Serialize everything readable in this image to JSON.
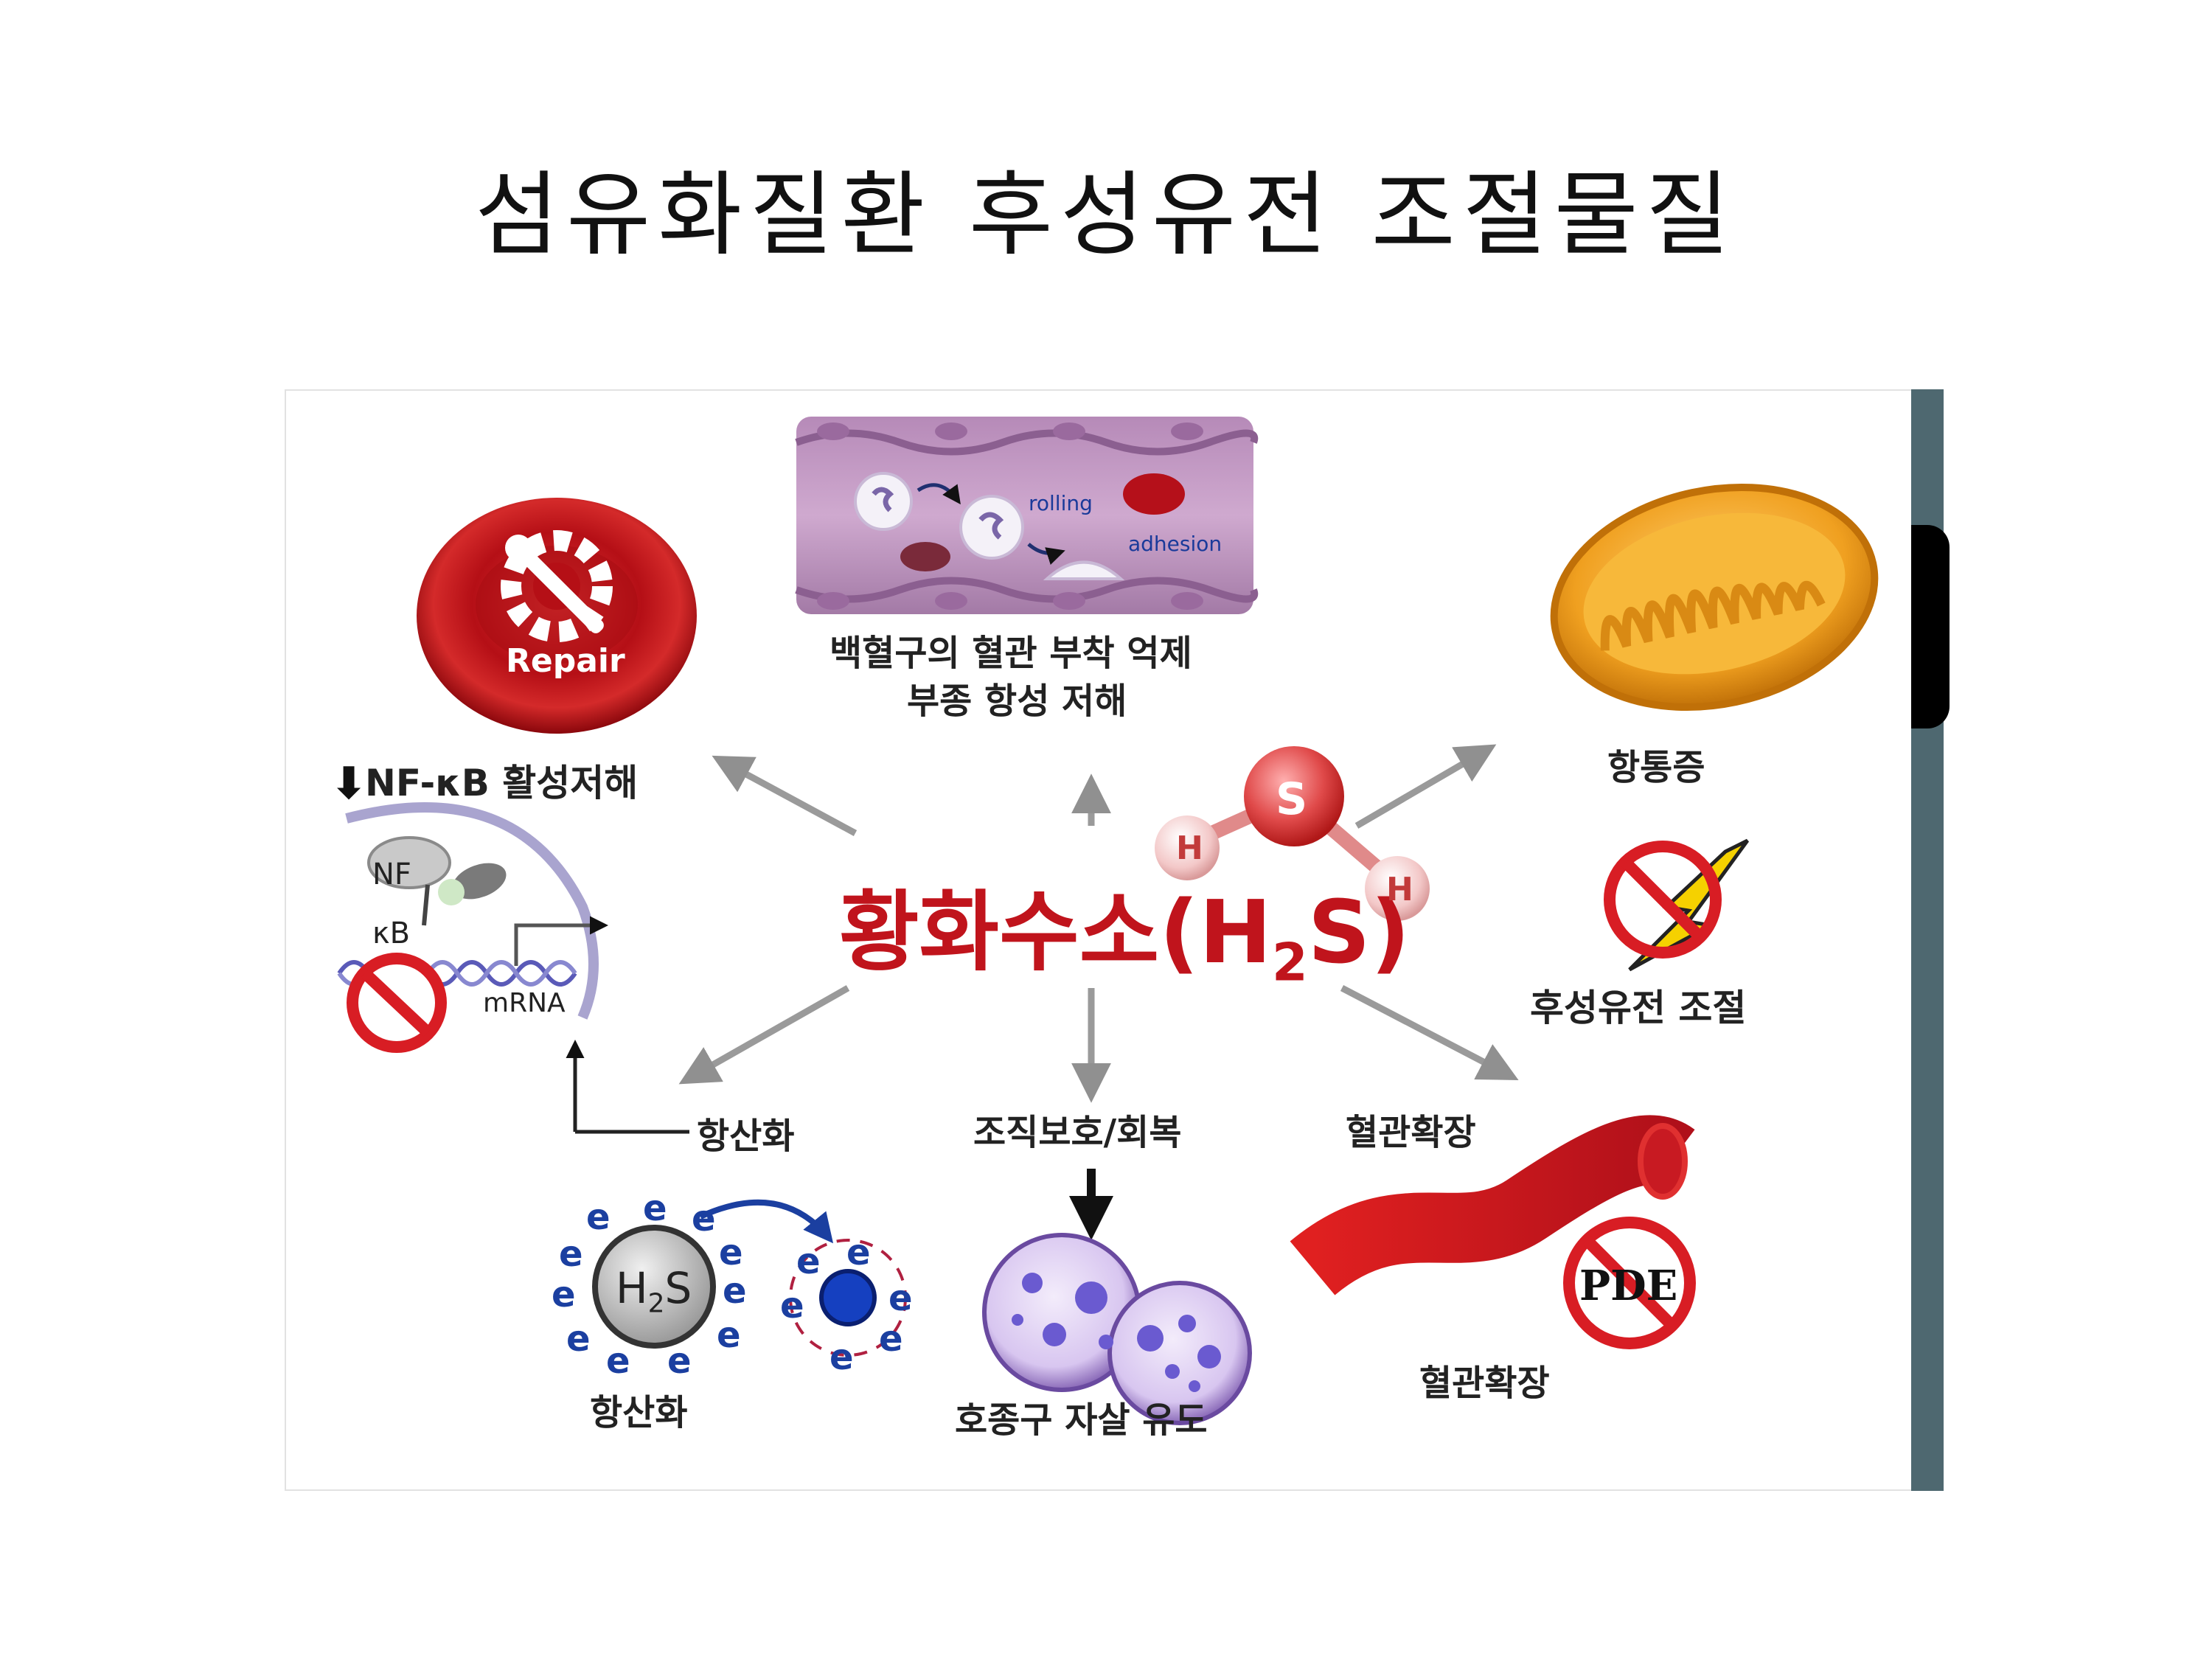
{
  "title": "섬유화질환 후성유전 조절물질",
  "center": {
    "main": "황화수소(H",
    "sub": "2",
    "tail": "S)"
  },
  "molecule": {
    "center_atom": "S",
    "left_atom": "H",
    "right_atom": "H"
  },
  "top_left": {
    "icon_text": "Repair"
  },
  "top_center": {
    "rolling": "rolling",
    "adhesion": "adhesion",
    "caption_line1": "백혈구의 혈관 부착 억제",
    "caption_line2": "부종 항성 저해"
  },
  "top_right": {
    "caption": "항통증"
  },
  "left_mid": {
    "heading": "NF-κB 활성저해",
    "nf_label": "NF",
    "kb_label": "κB",
    "mrna_label": "mRNA"
  },
  "right_mid": {
    "caption": "후성유전 조절"
  },
  "bottom_left": {
    "heading": "항산화",
    "molecule_text": "H",
    "molecule_sub": "2",
    "molecule_tail": "S",
    "electron": "e",
    "caption": "항산화"
  },
  "bottom_center": {
    "heading": "조직보호/회복",
    "caption": "호종구 자살 유도"
  },
  "bottom_right": {
    "heading": "혈관확장",
    "pde_label": "PDE",
    "caption": "혈관확장"
  },
  "colors": {
    "center_red": "#c0141c",
    "sidebar": "#4e6870",
    "blood_red": "#c8121a",
    "mito_orange": "#f0a020",
    "electron_blue": "#1b3fa0"
  }
}
